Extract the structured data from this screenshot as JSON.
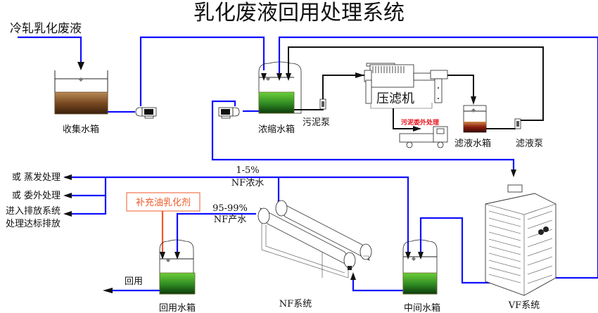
{
  "title": "乳化废液回用处理系统",
  "inputs": {
    "feed": "冷轧乳化废液"
  },
  "tanks": {
    "collection": "收集水箱",
    "concentrate": "浓缩水箱",
    "filtrate": "滤液水箱",
    "reuse": "回用水箱",
    "intermediate": "中间水箱"
  },
  "pumps": {
    "sludge": "污泥泵",
    "filtrate": "滤液泵"
  },
  "equipment": {
    "filter_press": "压滤机",
    "sludge_outsource": "污泥委外处理",
    "nf_system": "NF系统",
    "vf_system": "VF系统"
  },
  "streams": {
    "nf_concentrate_pct": "1-5%",
    "nf_concentrate": "NF浓水",
    "nf_permeate_pct": "95-99%",
    "nf_permeate": "NF产水",
    "reuse": "回用",
    "additive": "补充油乳化剂"
  },
  "disposal_options": [
    "或 蒸发处理",
    "或 委外处理",
    "进入排放系统",
    "处理达标排放"
  ],
  "colors": {
    "water_pipe": "#1010ff",
    "sludge_pipe": "#111111",
    "additive_pipe": "#f05a28",
    "oil_liquid": "#6b3a1a",
    "green_liquid": "#2e8b2e",
    "warning_text": "#e8101a"
  }
}
